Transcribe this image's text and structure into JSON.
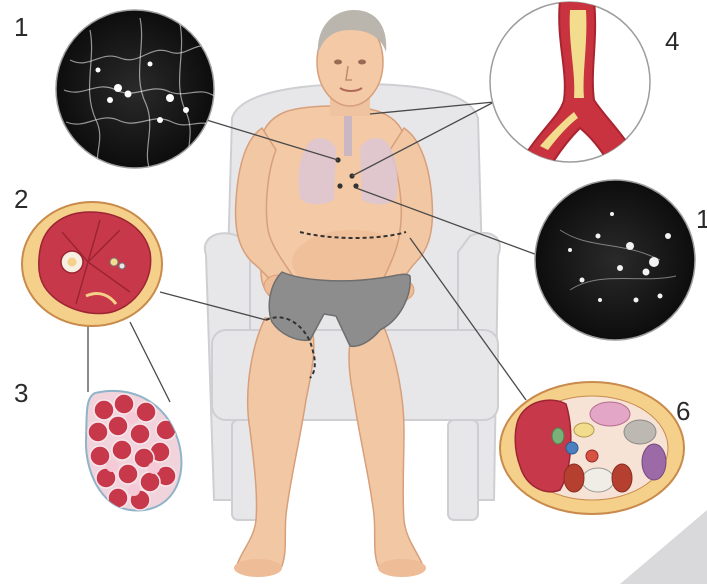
{
  "labels": {
    "panel_1": "1",
    "panel_2": "2",
    "panel_3": "3",
    "panel_4": "4",
    "panel_5": "1",
    "panel_6": "6"
  },
  "colors": {
    "skin": "#f3c9a6",
    "skin_shadow": "#e3a884",
    "hair": "#b9b4ac",
    "underwear": "#8c8c8c",
    "chair": "#e6e6e8",
    "lung": "#d8c3cf",
    "muscle": "#c7394a",
    "fat": "#f4d08a",
    "ct_background": "#141414",
    "artery_wall": "#c9323f",
    "plaque": "#f2dc8d",
    "connector": "#4a4a4a"
  },
  "icons": {
    "panel_1": "lung-microscopy-icon",
    "panel_2": "thigh-cross-section-icon",
    "panel_3": "muscle-fiber-icon",
    "panel_4": "artery-plaque-icon",
    "panel_5": "lung-ct-icon",
    "panel_6": "abdomen-cross-section-icon"
  }
}
